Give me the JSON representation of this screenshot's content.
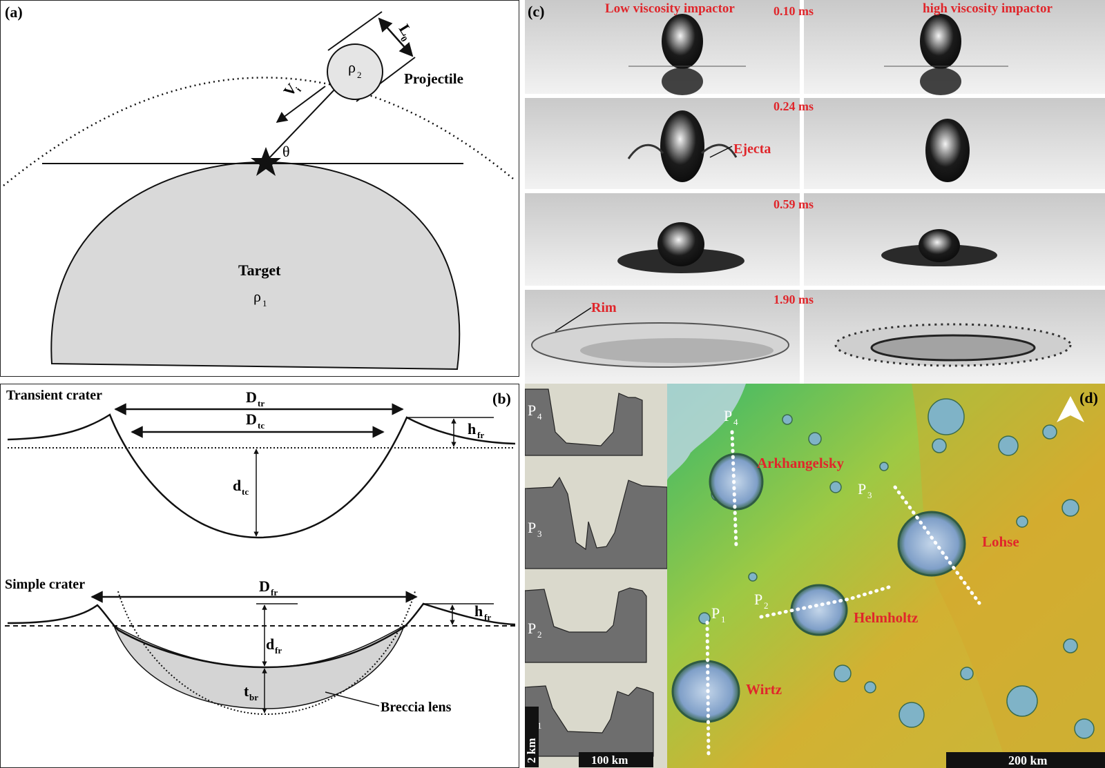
{
  "panel_a": {
    "tag": "(a)",
    "projectile_label": "Projectile",
    "projectile_density": "ρ",
    "projectile_density_sub": "2",
    "length_symbol": "L",
    "length_sub": "0",
    "velocity_symbol": "V",
    "velocity_sub": "i",
    "angle_symbol": "θ",
    "target_label": "Target",
    "target_density": "ρ",
    "target_density_sub": "1"
  },
  "panel_b": {
    "tag": "(b)",
    "transient_title": "Transient crater",
    "simple_title": "Simple crater",
    "D_tr": "D",
    "D_tr_sub": "tr",
    "D_tc": "D",
    "D_tc_sub": "tc",
    "h_fr": "h",
    "h_fr_sub": "fr",
    "d_tc": "d",
    "d_tc_sub": "tc",
    "D_fr": "D",
    "D_fr_sub": "fr",
    "h_fr2": "h",
    "h_fr2_sub": "fr",
    "d_fr": "d",
    "d_fr_sub": "fr",
    "t_br": "t",
    "t_br_sub": "br",
    "breccia_label": "Breccia lens"
  },
  "panel_c": {
    "tag": "(c)",
    "left_title": "Low viscosity impactor",
    "right_title": "high viscosity impactor",
    "times": [
      "0.10 ms",
      "0.24 ms",
      "0.59 ms",
      "1.90 ms"
    ],
    "ejecta_label": "Ejecta",
    "rim_label": "Rim"
  },
  "panel_d": {
    "tag": "(d)",
    "profiles": [
      {
        "label": "P",
        "sub": "4"
      },
      {
        "label": "P",
        "sub": "3"
      },
      {
        "label": "P",
        "sub": "2"
      },
      {
        "label": "P",
        "sub": "1"
      }
    ],
    "vertical_scale": "2 km",
    "profile_scale": "100 km",
    "map_scale": "200 km",
    "map_profile_labels": [
      {
        "label": "P",
        "sub": "4"
      },
      {
        "label": "P",
        "sub": "3"
      },
      {
        "label": "P",
        "sub": "2"
      },
      {
        "label": "P",
        "sub": "1"
      }
    ],
    "craters": [
      "Arkhangelsky",
      "Lohse",
      "Helmholtz",
      "Wirtz"
    ]
  }
}
